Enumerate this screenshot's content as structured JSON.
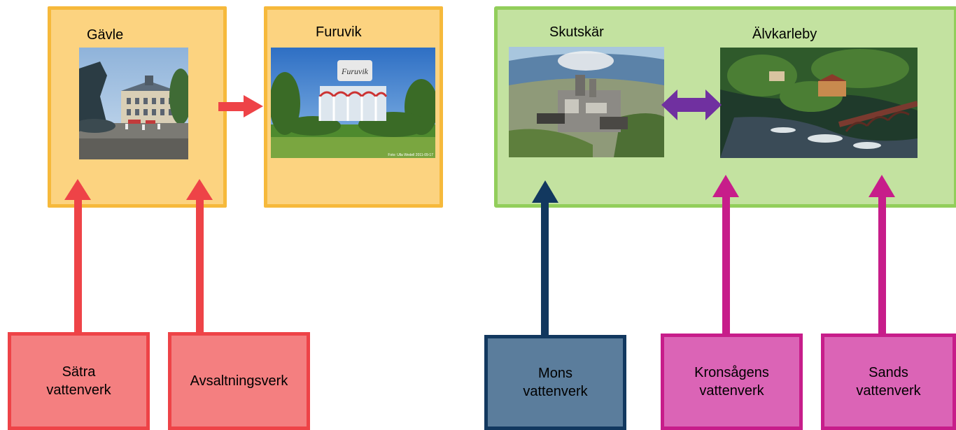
{
  "towns": {
    "gavle": "Gävle",
    "furuvik": "Furuvik",
    "skutskar": "Skutskär",
    "alvkarleby": "Älvkarleby"
  },
  "photo_caption": "Foto: Ulla Wedell 2011-09-17",
  "sources": {
    "satra": "Sätra\nvattenverk",
    "avsaltning": "Avsaltningsverk",
    "mons": "Mons\nvattenverk",
    "kronsagens": "Kronsågens\nvattenverk",
    "sands": "Sands\nvattenverk"
  },
  "colors": {
    "red_arrow": "#EE4347",
    "navy_arrow": "#12385F",
    "magenta_arrow": "#C71D8A",
    "purple_arrow": "#7030A0",
    "town_fill": "#FCD380",
    "town_border": "#F6B93B",
    "region_fill": "#C3E2A0",
    "region_border": "#92CE5B"
  }
}
